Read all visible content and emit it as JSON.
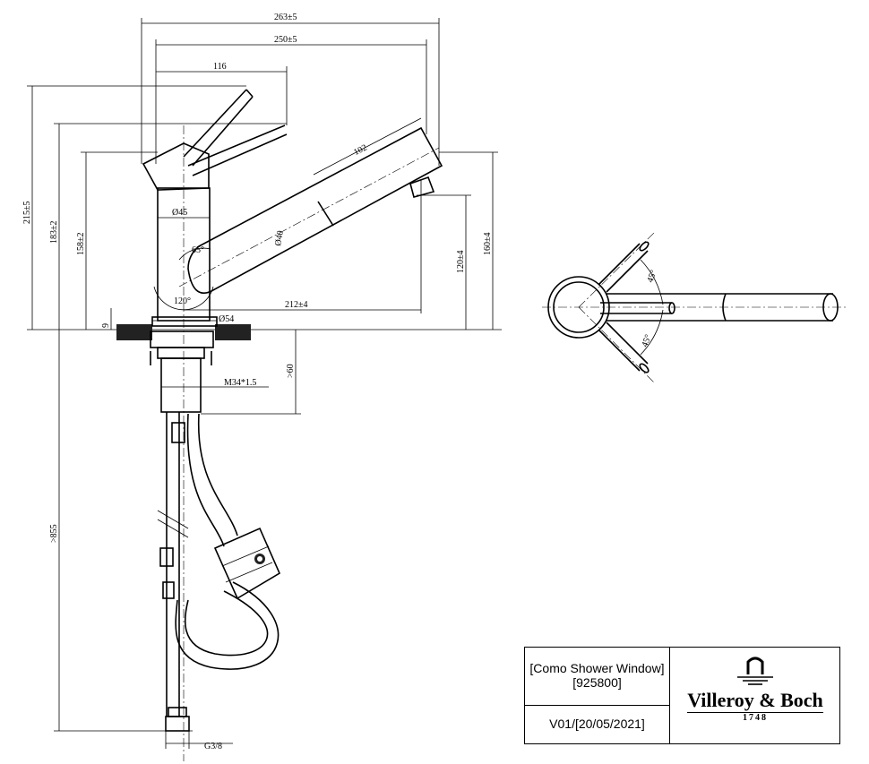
{
  "dimensions": {
    "overall_263": "263±5",
    "overall_250": "250±5",
    "width_116": "116",
    "spout_102": "102",
    "height_215": "215±5",
    "height_183": "183±2",
    "height_158": "158±2",
    "height_120": "120±4",
    "height_160": "160±4",
    "body_dia_45": "Ø45",
    "spout_dia_40": "Ø40",
    "angle_65": "65°",
    "angle_120": "120°",
    "reach_212": "212±4",
    "base_dia_54": "Ø54",
    "base_9": "9",
    "thread": "M34*1.5",
    "shank_60": ">60",
    "hose_855": ">855",
    "connector": "G3/8",
    "top_angle_1": "45°",
    "top_angle_2": "45°"
  },
  "title_block": {
    "product_name": "[Como Shower Window]",
    "product_code": "[925800]",
    "version": "V01/[20/05/2021]",
    "brand": "Villeroy & Boch",
    "year": "1748"
  }
}
